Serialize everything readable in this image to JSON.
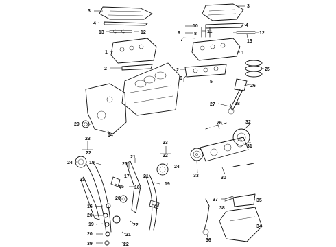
{
  "diagram": {
    "callouts": [
      "1",
      "2",
      "3",
      "4",
      "5",
      "6",
      "7",
      "8",
      "9",
      "10",
      "11",
      "12",
      "13",
      "14",
      "15",
      "16",
      "17",
      "18",
      "19",
      "20",
      "21",
      "22",
      "23",
      "24",
      "25",
      "26",
      "27",
      "28",
      "29",
      "30",
      "31",
      "32",
      "33",
      "34",
      "35",
      "36",
      "37",
      "38",
      "39"
    ]
  },
  "colors": {
    "line": "#111111",
    "background": "#ffffff"
  }
}
